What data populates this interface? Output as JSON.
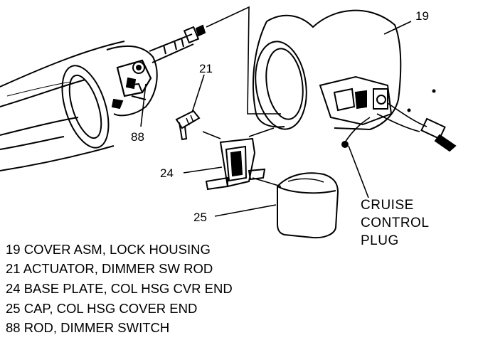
{
  "diagram": {
    "callouts": {
      "c19": "19",
      "c21": "21",
      "c24": "24",
      "c25": "25",
      "c88": "88"
    },
    "plug_label": {
      "line1": "CRUISE",
      "line2": "CONTROL",
      "line3": "PLUG"
    }
  },
  "legend": {
    "items": [
      "19 COVER ASM, LOCK HOUSING",
      "21 ACTUATOR, DIMMER SW ROD",
      "24 BASE PLATE, COL HSG CVR END",
      "25 CAP, COL HSG COVER END",
      "88 ROD, DIMMER SWITCH"
    ]
  }
}
